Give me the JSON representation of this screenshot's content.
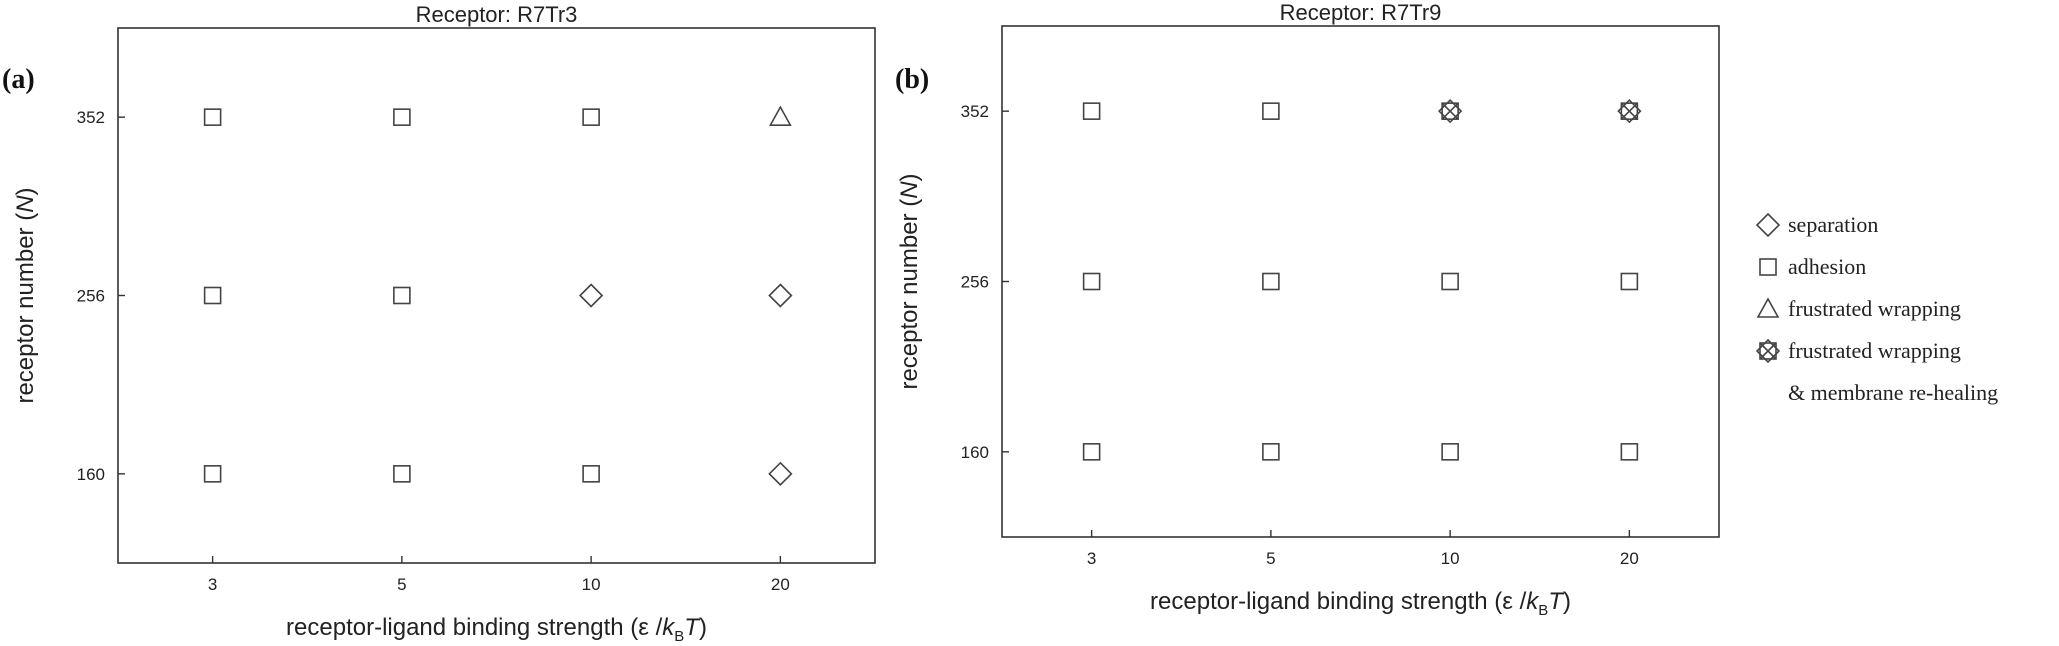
{
  "chart_data": [
    {
      "type": "scatter",
      "panel_label": "(a)",
      "title": "Receptor: R7Tr3",
      "xlabel": "receptor-ligand binding strength (ε /k_BT)",
      "ylabel": "receptor number (N)",
      "x_categories": [
        "3",
        "5",
        "10",
        "20"
      ],
      "y_categories": [
        "160",
        "256",
        "352"
      ],
      "grid": false,
      "points": [
        {
          "x": "3",
          "y": "352",
          "marker": "square"
        },
        {
          "x": "5",
          "y": "352",
          "marker": "square"
        },
        {
          "x": "10",
          "y": "352",
          "marker": "square"
        },
        {
          "x": "20",
          "y": "352",
          "marker": "triangle"
        },
        {
          "x": "3",
          "y": "256",
          "marker": "square"
        },
        {
          "x": "5",
          "y": "256",
          "marker": "square"
        },
        {
          "x": "10",
          "y": "256",
          "marker": "diamond"
        },
        {
          "x": "20",
          "y": "256",
          "marker": "diamond"
        },
        {
          "x": "3",
          "y": "160",
          "marker": "square"
        },
        {
          "x": "5",
          "y": "160",
          "marker": "square"
        },
        {
          "x": "10",
          "y": "160",
          "marker": "square"
        },
        {
          "x": "20",
          "y": "160",
          "marker": "diamond"
        }
      ]
    },
    {
      "type": "scatter",
      "panel_label": "(b)",
      "title": "Receptor: R7Tr9",
      "xlabel": "receptor-ligand binding strength (ε /k_BT)",
      "ylabel": "receptor number (N)",
      "x_categories": [
        "3",
        "5",
        "10",
        "20"
      ],
      "y_categories": [
        "160",
        "256",
        "352"
      ],
      "grid": false,
      "points": [
        {
          "x": "3",
          "y": "352",
          "marker": "square"
        },
        {
          "x": "5",
          "y": "352",
          "marker": "square"
        },
        {
          "x": "10",
          "y": "352",
          "marker": "crossed"
        },
        {
          "x": "20",
          "y": "352",
          "marker": "crossed"
        },
        {
          "x": "3",
          "y": "256",
          "marker": "square"
        },
        {
          "x": "5",
          "y": "256",
          "marker": "square"
        },
        {
          "x": "10",
          "y": "256",
          "marker": "square"
        },
        {
          "x": "20",
          "y": "256",
          "marker": "square"
        },
        {
          "x": "3",
          "y": "160",
          "marker": "square"
        },
        {
          "x": "5",
          "y": "160",
          "marker": "square"
        },
        {
          "x": "10",
          "y": "160",
          "marker": "square"
        },
        {
          "x": "20",
          "y": "160",
          "marker": "square"
        }
      ]
    }
  ],
  "legend": {
    "placement": "right",
    "items": [
      {
        "marker": "diamond",
        "label": "separation"
      },
      {
        "marker": "square",
        "label": "adhesion"
      },
      {
        "marker": "triangle",
        "label": "frustrated wrapping"
      },
      {
        "marker": "crossed",
        "label": "frustrated wrapping"
      },
      {
        "marker": "none",
        "label": "& membrane re-healing"
      }
    ]
  }
}
